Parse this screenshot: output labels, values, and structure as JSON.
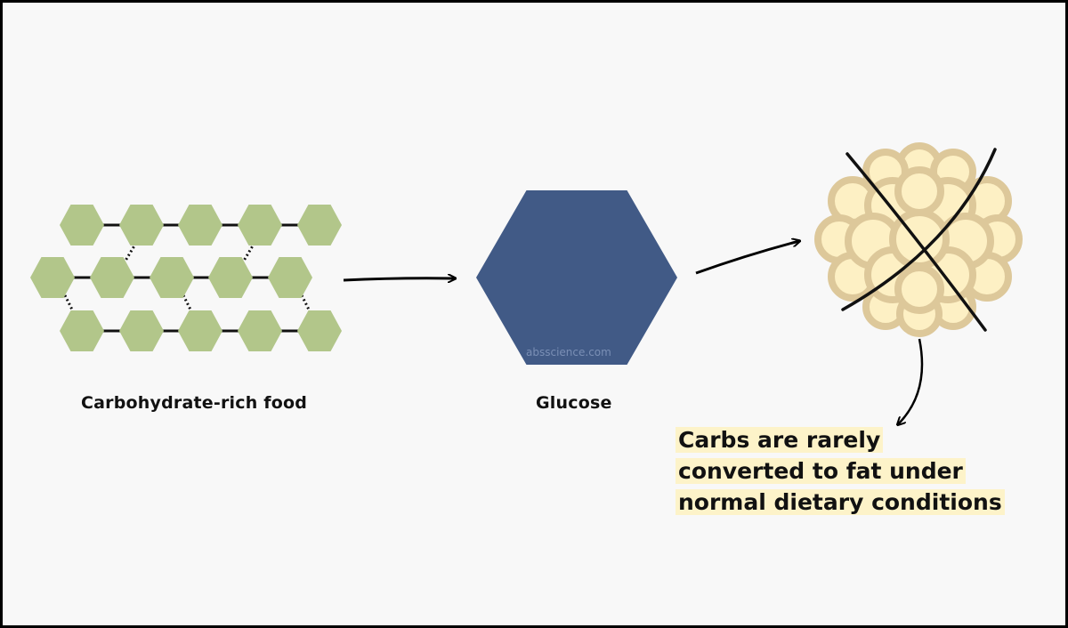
{
  "diagram": {
    "carb_label": "Carbohydrate-rich food",
    "glucose_label": "Glucose",
    "watermark": "absscience.com",
    "callout_lines": [
      "Carbs are rarely",
      "converted to fat under",
      "normal dietary conditions"
    ]
  },
  "colors": {
    "background": "#f8f8f8",
    "border": "#000000",
    "carb_hex": "#b2c68a",
    "glucose_hex": "#415a86",
    "fat_cell_fill": "#fdf0c4",
    "fat_cell_stroke": "#ddc89a",
    "callout_highlight": "#fdf3c9",
    "text": "#111111"
  }
}
